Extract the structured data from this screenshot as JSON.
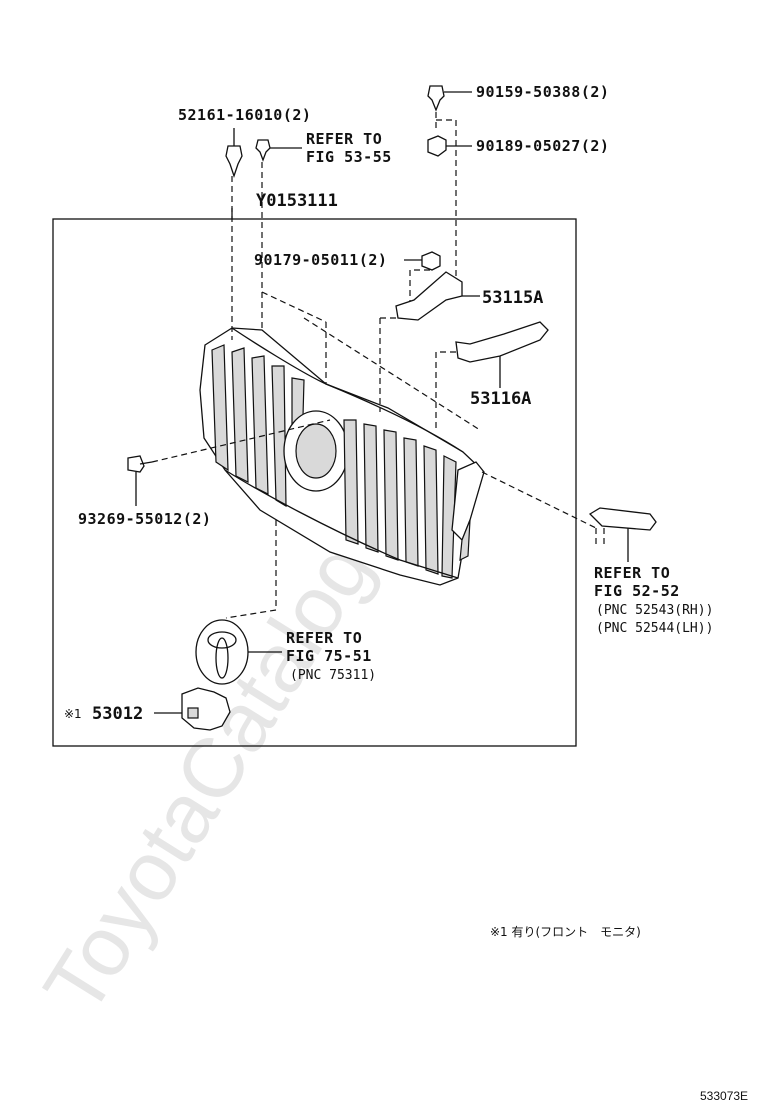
{
  "watermark": "ToyotaCatalog.ru",
  "diagram_code": "533073E",
  "assembly_label": "Y0153111",
  "callouts": {
    "clip_top_left": "52161-16010(2)",
    "refer_53_55": [
      "REFER TO",
      "FIG 53-55"
    ],
    "screw_top": "90159-50388(2)",
    "nut_top": "90189-05027(2)",
    "nut_inner": "90179-05011(2)",
    "bracket_upper": "53115A",
    "bracket_lower": "53116A",
    "bolt_left": "93269-55012(2)",
    "refer_52_52": [
      "REFER TO",
      "FIG 52-52",
      "(PNC 52543(RH))",
      "(PNC 52544(LH))"
    ],
    "refer_75_51": [
      "REFER TO",
      "FIG 75-51",
      "(PNC 75311)"
    ],
    "mark": "※1",
    "sensor_part": "53012"
  },
  "note": "※1 有り(フロント　モニタ)"
}
